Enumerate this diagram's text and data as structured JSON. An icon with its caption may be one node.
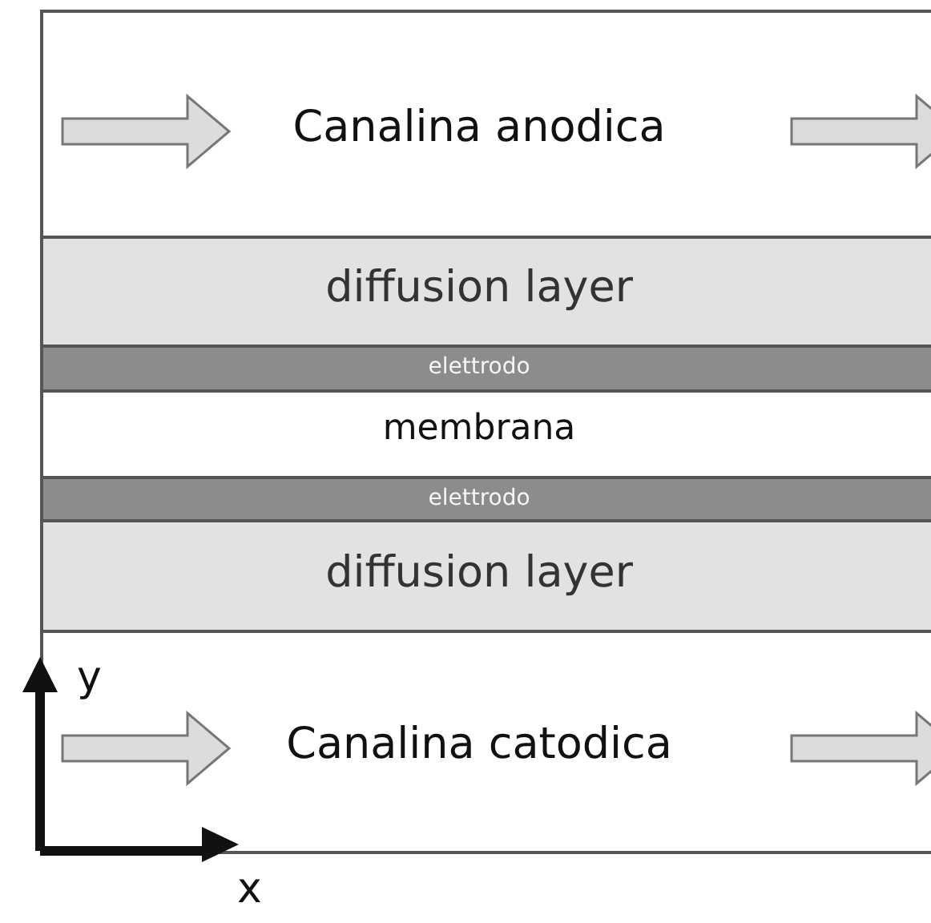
{
  "diagram": {
    "nodes": [
      {
        "text": [
          "Canalina anodica"
        ]
      },
      {
        "text": [
          "diffusion layer"
        ]
      },
      {
        "text": [
          "elettrodo"
        ]
      },
      {
        "text": [
          "membrana"
        ]
      },
      {
        "text": [
          "elettrodo"
        ]
      },
      {
        "text": [
          "diffusion layer"
        ]
      },
      {
        "text": [
          "Canalina catodica"
        ]
      }
    ],
    "labels": [
      "y",
      "x"
    ]
  }
}
